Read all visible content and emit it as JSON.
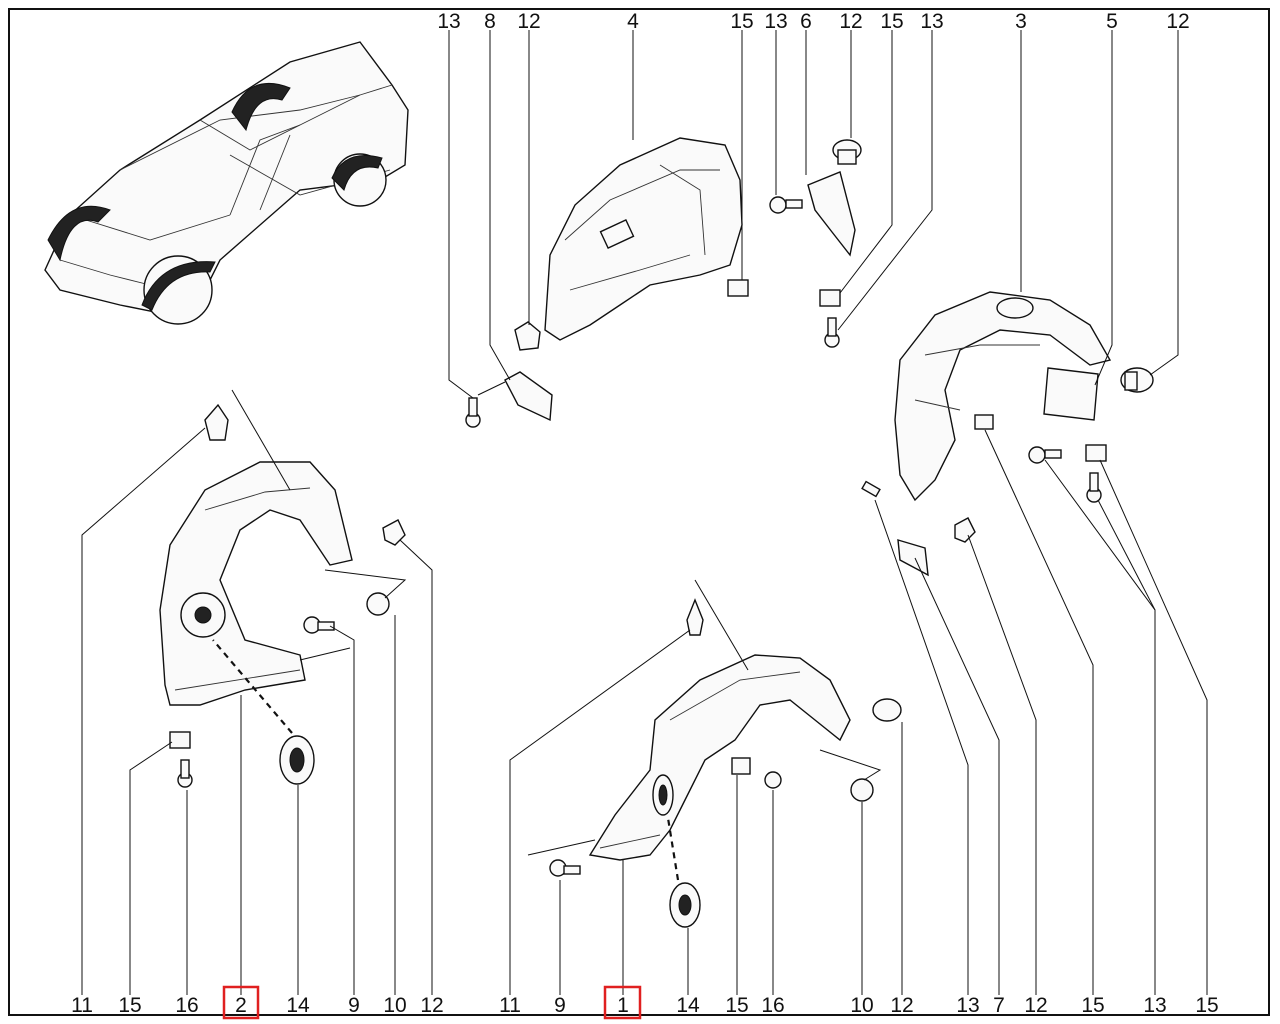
{
  "diagram": {
    "highlight_color": "#e02020",
    "top_callouts": [
      "13",
      "8",
      "12",
      "4",
      "15",
      "13",
      "6",
      "12",
      "15",
      "13",
      "3",
      "5",
      "12"
    ],
    "bottom_callouts": [
      "11",
      "15",
      "16",
      "2",
      "14",
      "9",
      "10",
      "12",
      "11",
      "9",
      "1",
      "14",
      "15",
      "16",
      "10",
      "12",
      "13",
      "7",
      "12",
      "15",
      "13",
      "15"
    ],
    "highlighted_callouts": [
      "2",
      "1"
    ],
    "parts": [
      {
        "icon": "vehicle-overview-icon"
      },
      {
        "icon": "wheel-arch-liner-icon"
      },
      {
        "icon": "clip-icon"
      },
      {
        "icon": "screw-icon"
      },
      {
        "icon": "grommet-plug-icon"
      },
      {
        "icon": "push-rivet-icon"
      }
    ]
  }
}
